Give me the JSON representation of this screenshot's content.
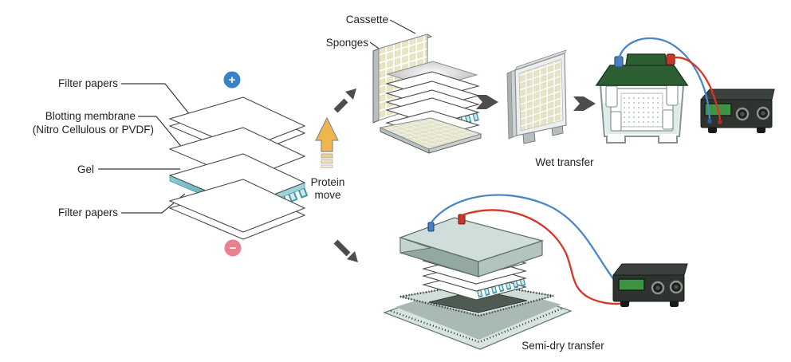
{
  "stack": {
    "label_filter_top": "Filter papers",
    "label_membrane_line1": "Blotting membrane",
    "label_membrane_line2": "(Nitro Cellulous or PVDF)",
    "label_gel": "Gel",
    "label_filter_bottom": "Filter papers"
  },
  "indicators": {
    "plus": "+",
    "minus": "−"
  },
  "protein_arrow": {
    "line1": "Protein",
    "line2": "move"
  },
  "cassette": {
    "label_cassette": "Cassette",
    "label_sponges": "Sponges"
  },
  "methods": {
    "wet": "Wet transfer",
    "semi_dry": "Semi-dry transfer"
  },
  "icons": {
    "plus_indicator": "plus-in-blue-circle",
    "minus_indicator": "minus-in-pink-circle",
    "protein_direction": "orange-up-arrow-dashed-tail",
    "step_arrows": "dark-gray-directional-arrows"
  },
  "colors": {
    "plus_blue": "#3b82c4",
    "minus_pink": "#e8808f",
    "arrow_orange": "#f0b54d",
    "arrow_gray": "#4d4d4d",
    "gel_fill": "#cfe9ee",
    "gel_edge": "#3f98a6",
    "membrane_gray": "#d9dde1",
    "lid_green": "#2d5f33",
    "cable_blue": "#4a86c8",
    "cable_red": "#d8352a",
    "power_supply_black": "#2e332f",
    "screen_green": "#3f9342",
    "semi_dry_body": "#cfdeda"
  }
}
